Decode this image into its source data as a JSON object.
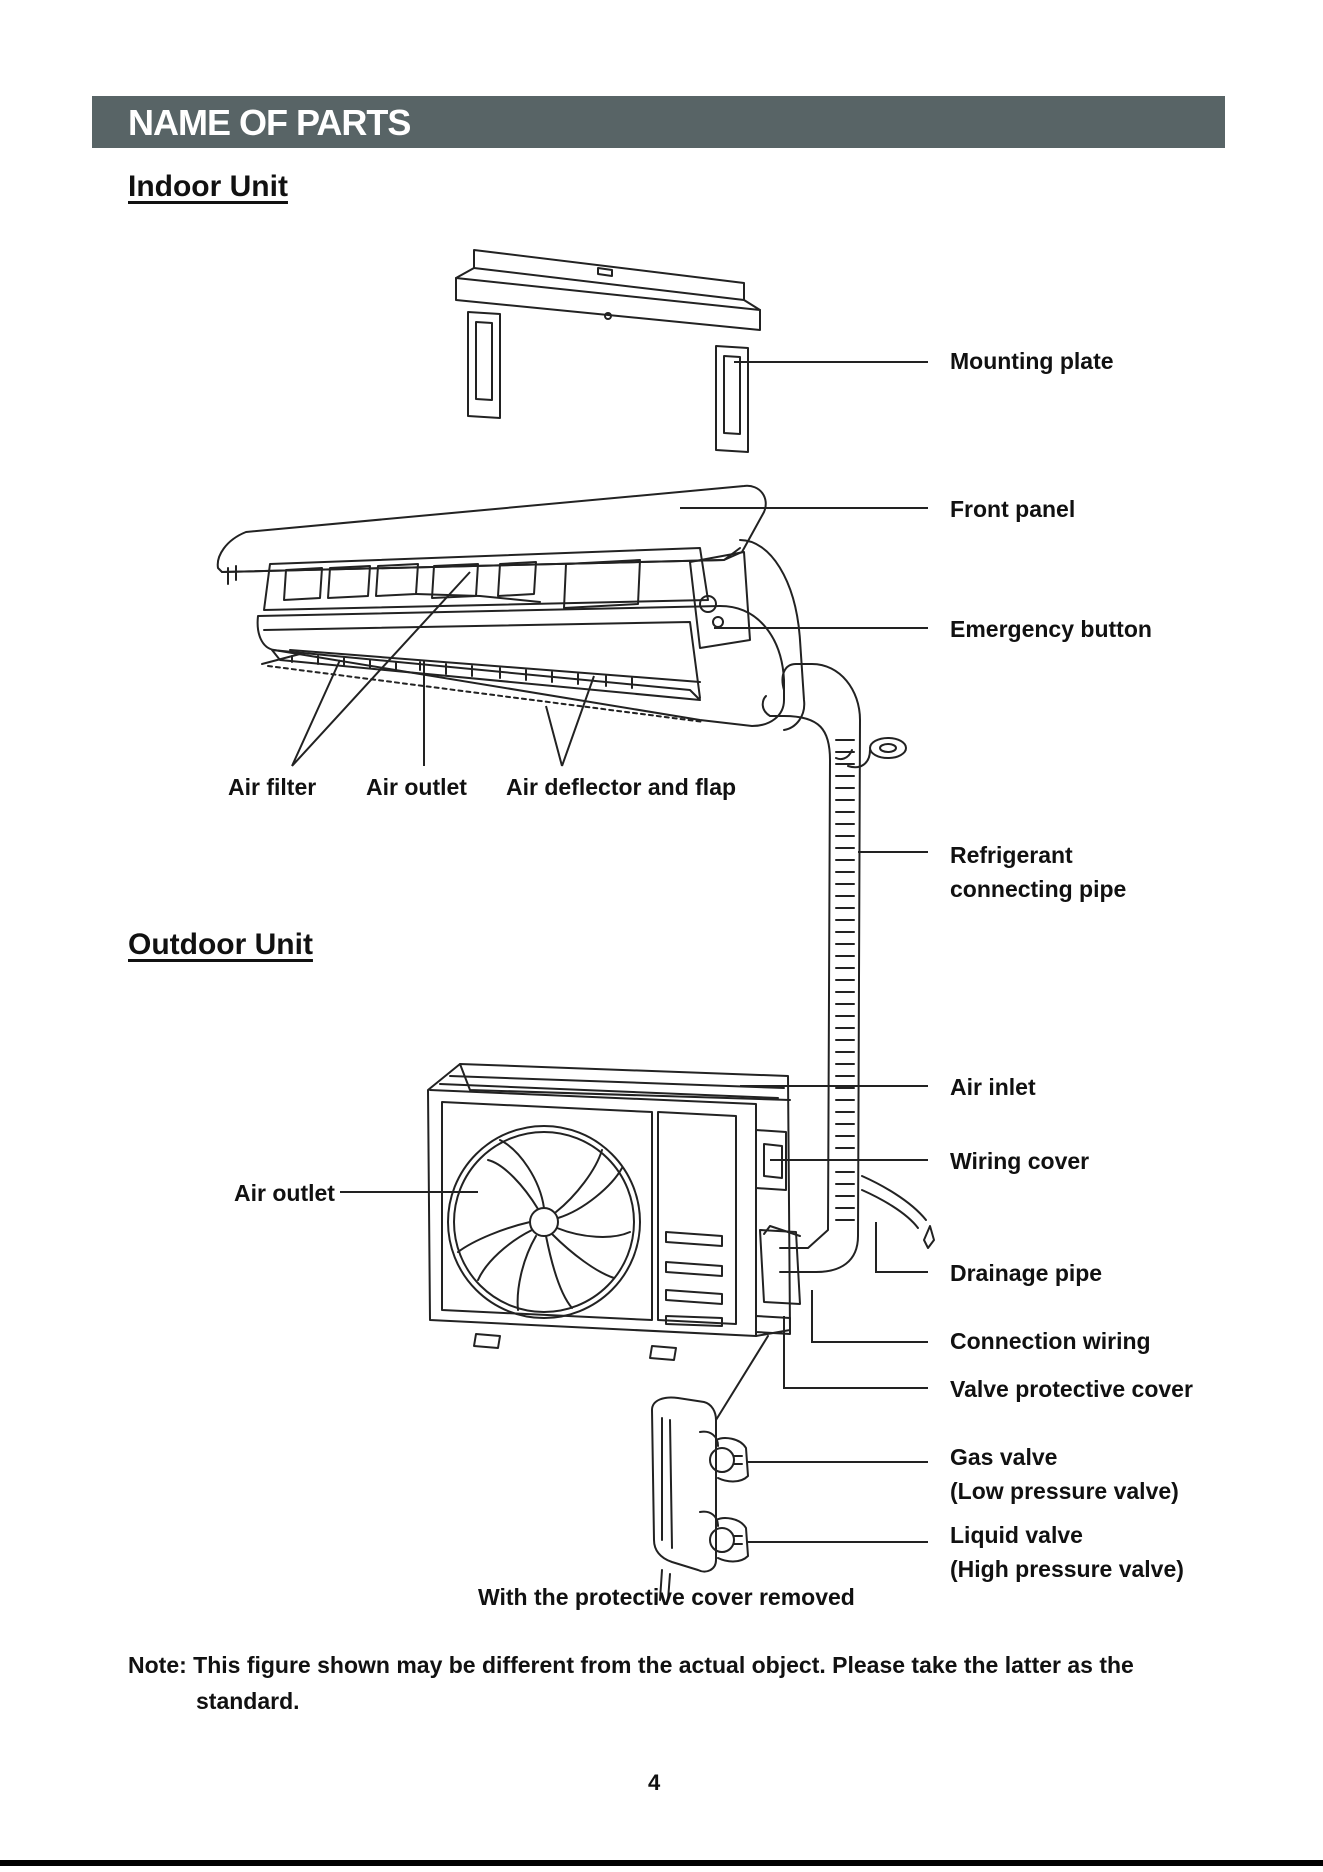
{
  "header": {
    "title": "NAME OF PARTS"
  },
  "sections": {
    "indoor": "Indoor Unit",
    "outdoor": "Outdoor Unit"
  },
  "labels": {
    "mounting_plate": "Mounting plate",
    "front_panel": "Front panel",
    "emergency_button": "Emergency button",
    "air_filter": "Air filter",
    "air_outlet_indoor": "Air outlet",
    "air_deflector": "Air deflector and flap",
    "refrigerant_pipe_1": "Refrigerant",
    "refrigerant_pipe_2": "connecting pipe",
    "air_inlet": "Air inlet",
    "wiring_cover": "Wiring cover",
    "air_outlet_outdoor": "Air outlet",
    "drainage_pipe": "Drainage pipe",
    "connection_wiring": "Connection wiring",
    "valve_protective_cover": "Valve protective cover",
    "gas_valve_1": "Gas valve",
    "gas_valve_2": "(Low pressure valve)",
    "liquid_valve_1": "Liquid valve",
    "liquid_valve_2": "(High pressure valve)",
    "protective_cover_removed": "With the protective cover removed"
  },
  "note": {
    "line1": "Note: This figure shown may be different from the actual object. Please take the latter as the",
    "line2": "standard."
  },
  "page_number": "4"
}
